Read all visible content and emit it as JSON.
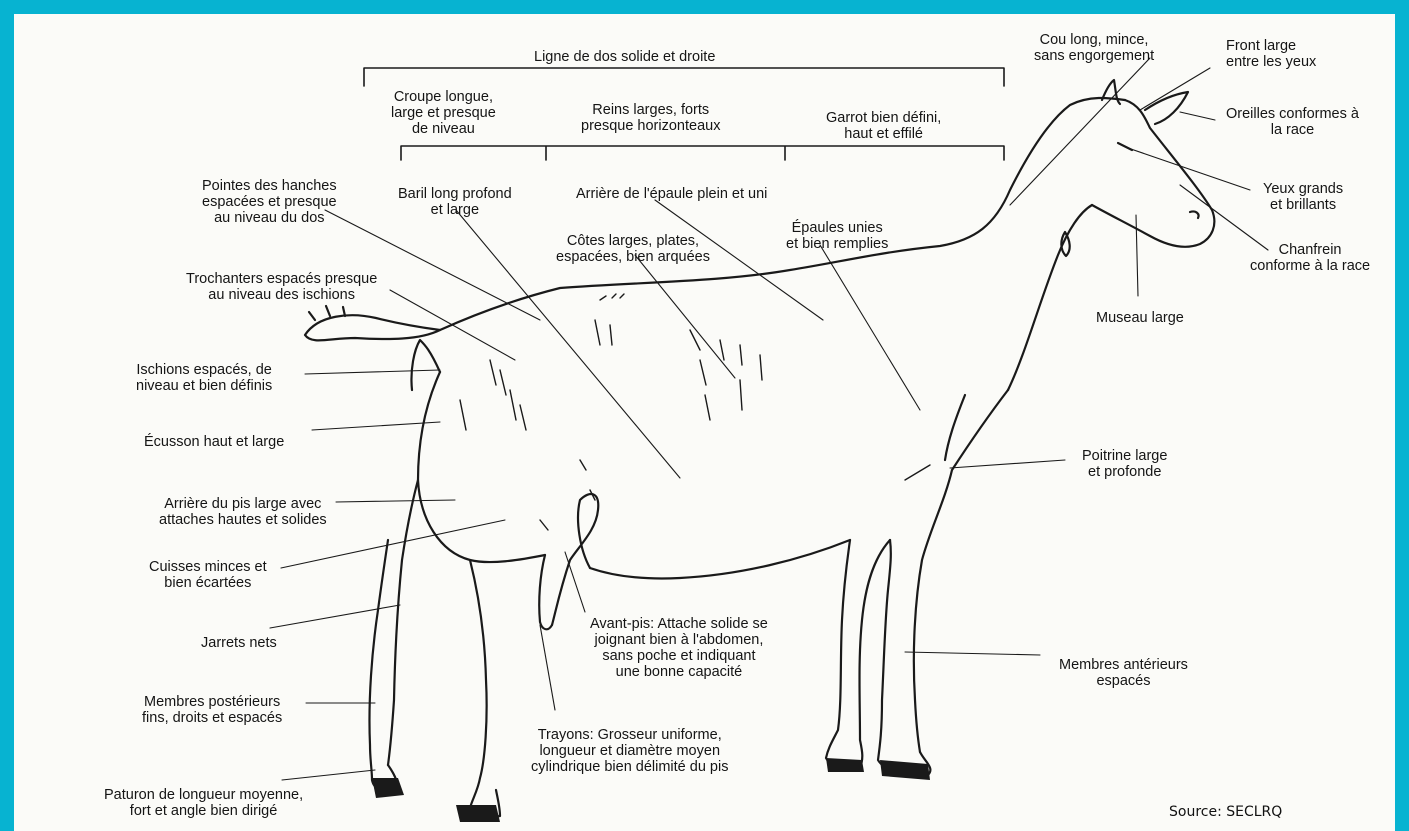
{
  "diagram": {
    "labels": {
      "topline": [
        "Ligne de dos solide et droite"
      ],
      "croupe": [
        "Croupe longue,",
        "large et presque",
        "de niveau"
      ],
      "reins": [
        "Reins larges, forts",
        "presque horizonteaux"
      ],
      "garrot": [
        "Garrot bien défini,",
        "haut et effilé"
      ],
      "cou": [
        "Cou long, mince,",
        "sans engorgement"
      ],
      "front": [
        "Front large",
        "entre les yeux"
      ],
      "oreilles": [
        "Oreilles conformes à",
        "la race"
      ],
      "yeux": [
        "Yeux grands",
        "et brillants"
      ],
      "chanfrein": [
        "Chanfrein",
        "conforme à la race"
      ],
      "museau": [
        "Museau large"
      ],
      "pointes": [
        "Pointes des hanches",
        "espacées et presque",
        "au niveau du dos"
      ],
      "baril": [
        "Baril long profond",
        "et large"
      ],
      "arriere_epaule": [
        "Arrière de l'épaule plein et uni"
      ],
      "cotes": [
        "Côtes larges, plates,",
        "espacées, bien arquées"
      ],
      "epaules": [
        "Épaules unies",
        "et bien remplies"
      ],
      "trochanters": [
        "Trochanters espacés presque",
        "au niveau des ischions"
      ],
      "ischions": [
        "Ischions espacés, de",
        "niveau et bien définis"
      ],
      "ecusson": [
        "Écusson haut et large"
      ],
      "arriere_pis": [
        "Arrière du pis large avec",
        "attaches hautes et solides"
      ],
      "cuisses": [
        "Cuisses minces et",
        "bien écartées"
      ],
      "jarrets": [
        "Jarrets nets"
      ],
      "membres_post": [
        "Membres postérieurs",
        "fins, droits et espacés"
      ],
      "paturon": [
        "Paturon de longueur moyenne,",
        "fort et angle bien dirigé"
      ],
      "avant_pis": [
        "Avant-pis: Attache solide se",
        "joignant bien à l'abdomen,",
        "sans poche et indiquant",
        "une bonne capacité"
      ],
      "trayons": [
        "Trayons: Grosseur uniforme,",
        "longueur et diamètre moyen",
        "cylindrique bien délimité du pis"
      ],
      "poitrine": [
        "Poitrine large",
        "et profonde"
      ],
      "membres_ant": [
        "Membres antérieurs",
        "espacés"
      ]
    },
    "source": "Source: SECLRQ"
  }
}
